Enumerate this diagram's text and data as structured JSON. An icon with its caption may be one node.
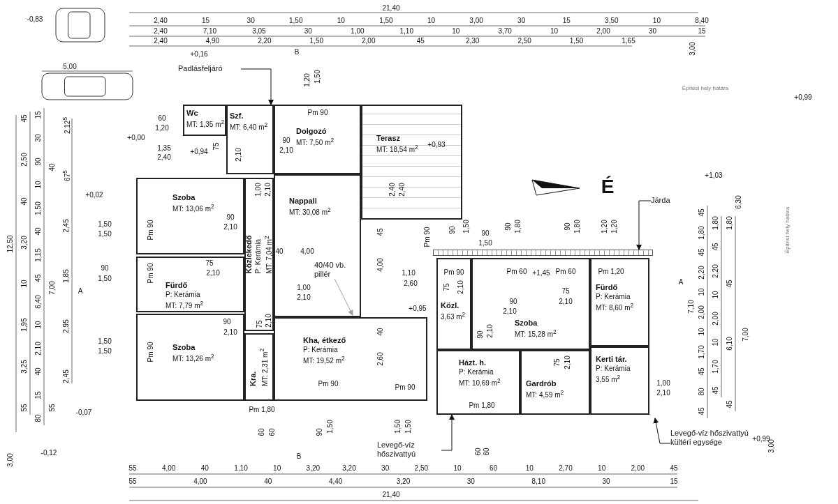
{
  "diagram": {
    "nodes": [
      {
        "text": [
          "Wc",
          "MT: 1,35 m$^{2}$"
        ]
      },
      {
        "text": [
          "Szf.",
          "MT: 6,40 m$^{2}$"
        ]
      },
      {
        "text": [
          "Dolgozó",
          "MT: 7,50 m$^{2}$"
        ]
      },
      {
        "text": [
          "Terasz",
          "MT: 18,54 m$^{2}$"
        ]
      },
      {
        "text": [
          "Szoba",
          "MT: 13,06 m$^{2}$"
        ]
      },
      {
        "text": [
          "Nappali",
          "MT: 30,08 m$^{2}$"
        ]
      },
      {
        "text": [
          "Fürdő",
          "P: Kerámia",
          "MT: 7,79 m$^{2}$"
        ]
      },
      {
        "text": [
          "Közlekedő",
          "P: Kerámia",
          "MT: 7,04 m$^{2}$"
        ]
      },
      {
        "text": [
          "Szoba",
          "MT: 13,26 m$^{2}$"
        ]
      },
      {
        "text": [
          "Kra.",
          "MT: 2,31 m$^{2}$"
        ]
      },
      {
        "text": [
          "Kha, étkező",
          "P: Kerámia",
          "MT: 19,52 m$^{2}$"
        ]
      },
      {
        "text": [
          "Közl.",
          "3,63 m$^{2}$"
        ]
      },
      {
        "text": [
          "Szoba",
          "MT: 15,28 m$^{2}$"
        ]
      },
      {
        "text": [
          "Fürdő",
          "P: Kerámia",
          "MT: 8,60 m$^{2}$"
        ]
      },
      {
        "text": [
          "Házt. h.",
          "P: Kerámia",
          "MT: 10,69 m$^{2}$"
        ]
      },
      {
        "text": [
          "Gardrób",
          "MT: 4,59 m$^{2}$"
        ]
      },
      {
        "text": [
          "Kerti tár.",
          "P: Kerámia",
          "3,55 m$^{2}$"
        ]
      },
      {
        "text": [
          "Padlásfeljáró"
        ]
      },
      {
        "text": [
          "Járda"
        ]
      },
      {
        "text": [
          "40/40 vb. pillér"
        ],
        "in": 5
      },
      {
        "text": [
          "Levegő-víz hőszivattyú"
        ]
      },
      {
        "text": [
          "Levegő-víz hőszivattyú kültéri egysége"
        ]
      },
      {
        "text": [],
        "shape": "bar"
      }
    ],
    "edges": [
      {
        "from": 17,
        "to": 1,
        "arrow": "to"
      },
      {
        "from": 18,
        "to": 22,
        "arrow": "to"
      },
      {
        "from": 19,
        "to": null,
        "arrow": "to"
      },
      {
        "from": 20,
        "to": 14,
        "arrow": "to"
      },
      {
        "from": 21,
        "to": null,
        "arrow": "to"
      }
    ],
    "labels": [
      "21,40",
      "2,40",
      "15",
      "30",
      "1,50",
      "10",
      "1,50",
      "10",
      "3,00",
      "30",
      "15",
      "3,50",
      "10",
      "8,40",
      "2,40",
      "7,10",
      "3,05",
      "30",
      "1,00",
      "1,10",
      "10",
      "3,70",
      "10",
      "2,00",
      "30",
      "15",
      "2,40",
      "4,90",
      "2,20",
      "1,50",
      "2,00",
      "45",
      "2,30",
      "2,50",
      "1,50",
      "1,65",
      "5,00",
      "-0,83",
      "+0,16",
      "B",
      "1,20",
      "1,50",
      "12,50",
      "45",
      "2,50",
      "40",
      "3,20",
      "10",
      "1,95",
      "3,25",
      "55",
      "15",
      "30",
      "90",
      "10",
      "1,50",
      "40",
      "1,15",
      "45",
      "6,40",
      "10",
      "2,10",
      "40",
      "15",
      "80",
      "40",
      "7,00",
      "55",
      "2,12$^{5}$",
      "67$^{5}$",
      "2,45",
      "1,85",
      "2,95",
      "2,45",
      "3,00",
      "60",
      "1,20",
      "+0,00",
      "1,35",
      "2,40",
      "+0,94",
      "75",
      "2,10",
      "90",
      "2,10",
      "Pm 90",
      "+0,93",
      "2,40",
      "2,40",
      "Építési hely határa",
      "+0,99",
      "3,00",
      "6,30",
      "+1,03",
      "É",
      "Építési hely határa",
      "+0,02",
      "1,00",
      "2,10",
      "90",
      "2,10",
      "1,50",
      "1,50",
      "Pm 90",
      "40",
      "4,00",
      "45",
      "4,00",
      "90",
      "1,50",
      "Pm 90",
      "75",
      "2,10",
      "1,00",
      "2,10",
      "Pm 90",
      "90",
      "1,50",
      "90",
      "1,50",
      "90",
      "1,80",
      "90",
      "1,80",
      "1,20",
      "1,20",
      "45",
      "1,80",
      "45",
      "2,20",
      "10",
      "2,00",
      "10",
      "1,70",
      "45",
      "80",
      "45",
      "1,80",
      "45",
      "2,20",
      "10",
      "2,00",
      "10",
      "1,70",
      "45",
      "1,80",
      "45",
      "6,10",
      "45",
      "7,00",
      "A",
      "7,10",
      "1,10",
      "2,60",
      "Pm 90",
      "75",
      "2,10",
      "Pm 60",
      "+1,45",
      "Pm 60",
      "Pm 1,20",
      "75",
      "90",
      "2,10",
      "2,10",
      "+0,95",
      "A",
      "90",
      "2,10",
      "75",
      "2,10",
      "1,50",
      "1,50",
      "Pm 90",
      "40",
      "2,60",
      "90",
      "2,10",
      "75",
      "2,10",
      "1,00",
      "2,10",
      "Pm 1,80",
      "Pm 90",
      "Pm 90",
      "Pm 1,80",
      "-0,07",
      "-0,12",
      "60",
      "60",
      "90",
      "1,50",
      "1,50",
      "1,50",
      "B",
      "60",
      "60",
      "+0,99",
      "3,00",
      "55",
      "4,00",
      "40",
      "1,10",
      "10",
      "3,20",
      "3,20",
      "30",
      "2,50",
      "10",
      "60",
      "10",
      "2,70",
      "10",
      "2,00",
      "45",
      "55",
      "4,00",
      "40",
      "4,40",
      "3,20",
      "30",
      "8,10",
      "30",
      "15",
      "21,40"
    ]
  }
}
